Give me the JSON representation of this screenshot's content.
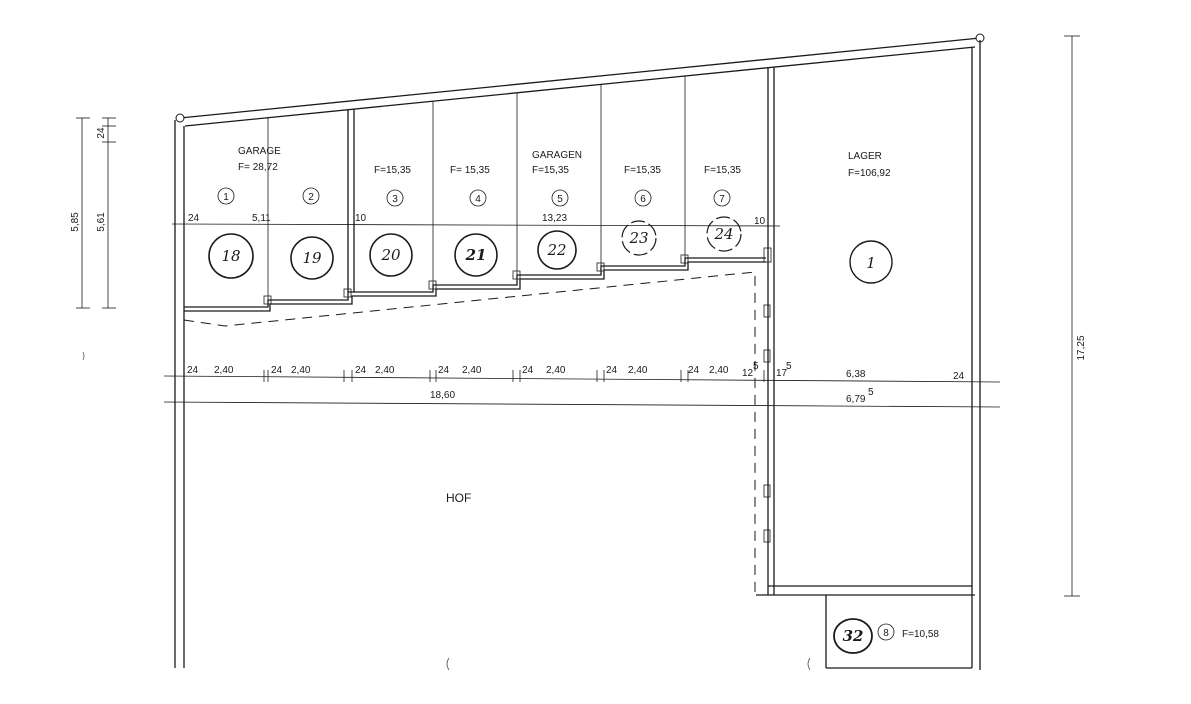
{
  "rooms": {
    "garage": {
      "title": "GARAGE",
      "area": "F=  28,72"
    },
    "garagen": {
      "title": "GARAGEN",
      "area": "F=15,35"
    },
    "lager": {
      "title": "LAGER",
      "area": "F=106,92"
    },
    "hof": {
      "title": "HOF"
    },
    "small_room": {
      "number": "8",
      "area": "F=10,58",
      "handwritten": "32"
    }
  },
  "area_labels": {
    "g3": "F=15,35",
    "g4": "F= 15,35",
    "g6": "F=15,35",
    "g7": "F=15,35"
  },
  "unit_numbers": [
    "1",
    "2",
    "3",
    "4",
    "5",
    "6",
    "7"
  ],
  "handwritten_numbers": [
    "18",
    "19",
    "20",
    "21",
    "22",
    "23",
    "24",
    "1"
  ],
  "dimensions": {
    "upper": [
      "24",
      "5,11",
      "10",
      "13,23",
      "10"
    ],
    "row": [
      "24",
      "2,40",
      "24",
      "2,40",
      "24",
      "2,40",
      "24",
      "2,40",
      "24",
      "2,40",
      "24",
      "2,40",
      "24",
      "2,40",
      "12",
      "5",
      "17",
      "5",
      "6,38",
      "24"
    ],
    "total_left": "18,60",
    "total_right": "6,79",
    "total_right_sup": "5",
    "left_outer": "5,85",
    "left_inner": "5,61",
    "left_top": "24",
    "right_height": "17,25"
  }
}
